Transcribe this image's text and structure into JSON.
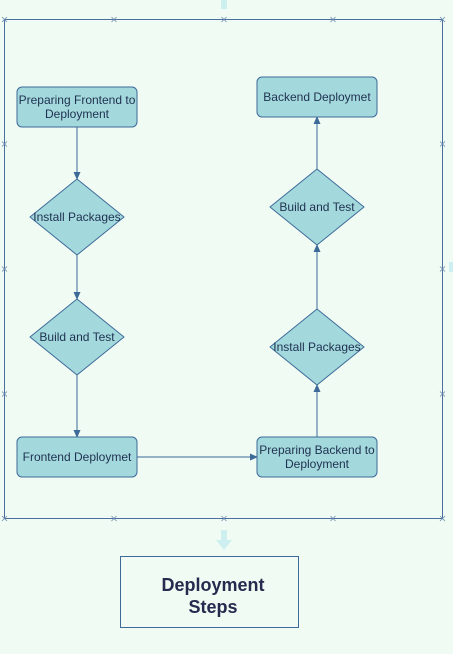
{
  "diagram": {
    "title": [
      "Deployment",
      "Steps"
    ],
    "nodes": [
      {
        "id": "prep-frontend",
        "lines": [
          "Preparing Frontend to",
          "Deployment"
        ]
      },
      {
        "id": "install-frontend",
        "lines": [
          "Install Packages"
        ]
      },
      {
        "id": "build-frontend",
        "lines": [
          "Build and Test"
        ]
      },
      {
        "id": "frontend-deploy",
        "lines": [
          "Frontend Deploymet"
        ]
      },
      {
        "id": "prep-backend",
        "lines": [
          "Preparing Backend to",
          "Deployment"
        ]
      },
      {
        "id": "install-backend",
        "lines": [
          "Install Packages"
        ]
      },
      {
        "id": "build-backend",
        "lines": [
          "Build and Test"
        ]
      },
      {
        "id": "backend-deploy",
        "lines": [
          "Backend Deploymet"
        ]
      }
    ],
    "edges": [
      {
        "from": "prep-frontend",
        "to": "install-frontend"
      },
      {
        "from": "install-frontend",
        "to": "build-frontend"
      },
      {
        "from": "build-frontend",
        "to": "frontend-deploy"
      },
      {
        "from": "frontend-deploy",
        "to": "prep-backend"
      },
      {
        "from": "prep-backend",
        "to": "install-backend"
      },
      {
        "from": "install-backend",
        "to": "build-backend"
      },
      {
        "from": "build-backend",
        "to": "backend-deploy"
      }
    ],
    "colors": {
      "background": "#f0fbf3",
      "node_fill": "#a3d9dc",
      "node_stroke": "#3d6a99",
      "edge": "#3d6a99",
      "text": "#1f3050",
      "title": "#252b4e"
    }
  }
}
